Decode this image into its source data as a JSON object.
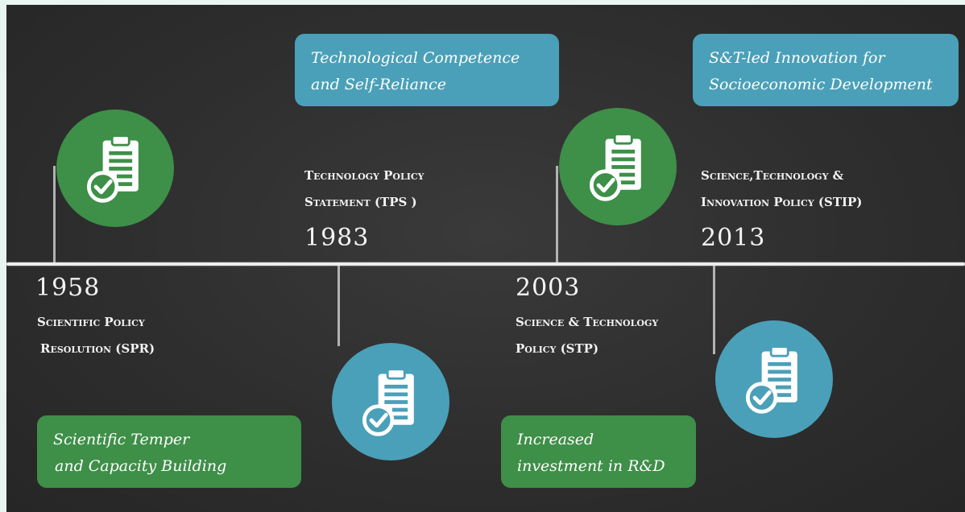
{
  "milestones": [
    {
      "year": "1958",
      "policy_line1": "Scientific Policy",
      "policy_line2": "Resolution (SPR)",
      "theme_line1": "Scientific Temper",
      "theme_line2": "and Capacity Building",
      "color": "#3e8f48",
      "icon": "clipboard-check-icon"
    },
    {
      "year": "1983",
      "policy_line1": "Technology Policy",
      "policy_line2": "Statement (TPS )",
      "theme_line1": "Technological Competence",
      "theme_line2": "and Self-Reliance",
      "color": "#4aa0b8",
      "icon": "clipboard-check-icon"
    },
    {
      "year": "2003",
      "policy_line1": "Science & Technology",
      "policy_line2": "Policy (STP)",
      "theme_line1": "Increased",
      "theme_line2": "investment in R&D",
      "color": "#3e8f48",
      "icon": "clipboard-check-icon"
    },
    {
      "year": "2013",
      "policy_line1": "Science,Technology &",
      "policy_line2": "Innovation Policy (STIP)",
      "theme_line1": "S&T-led Innovation for",
      "theme_line2": "Socioeconomic Development",
      "color": "#4aa0b8",
      "icon": "clipboard-check-icon"
    }
  ],
  "background_color": "#2e2e2e",
  "timeline_color": "#ededed"
}
